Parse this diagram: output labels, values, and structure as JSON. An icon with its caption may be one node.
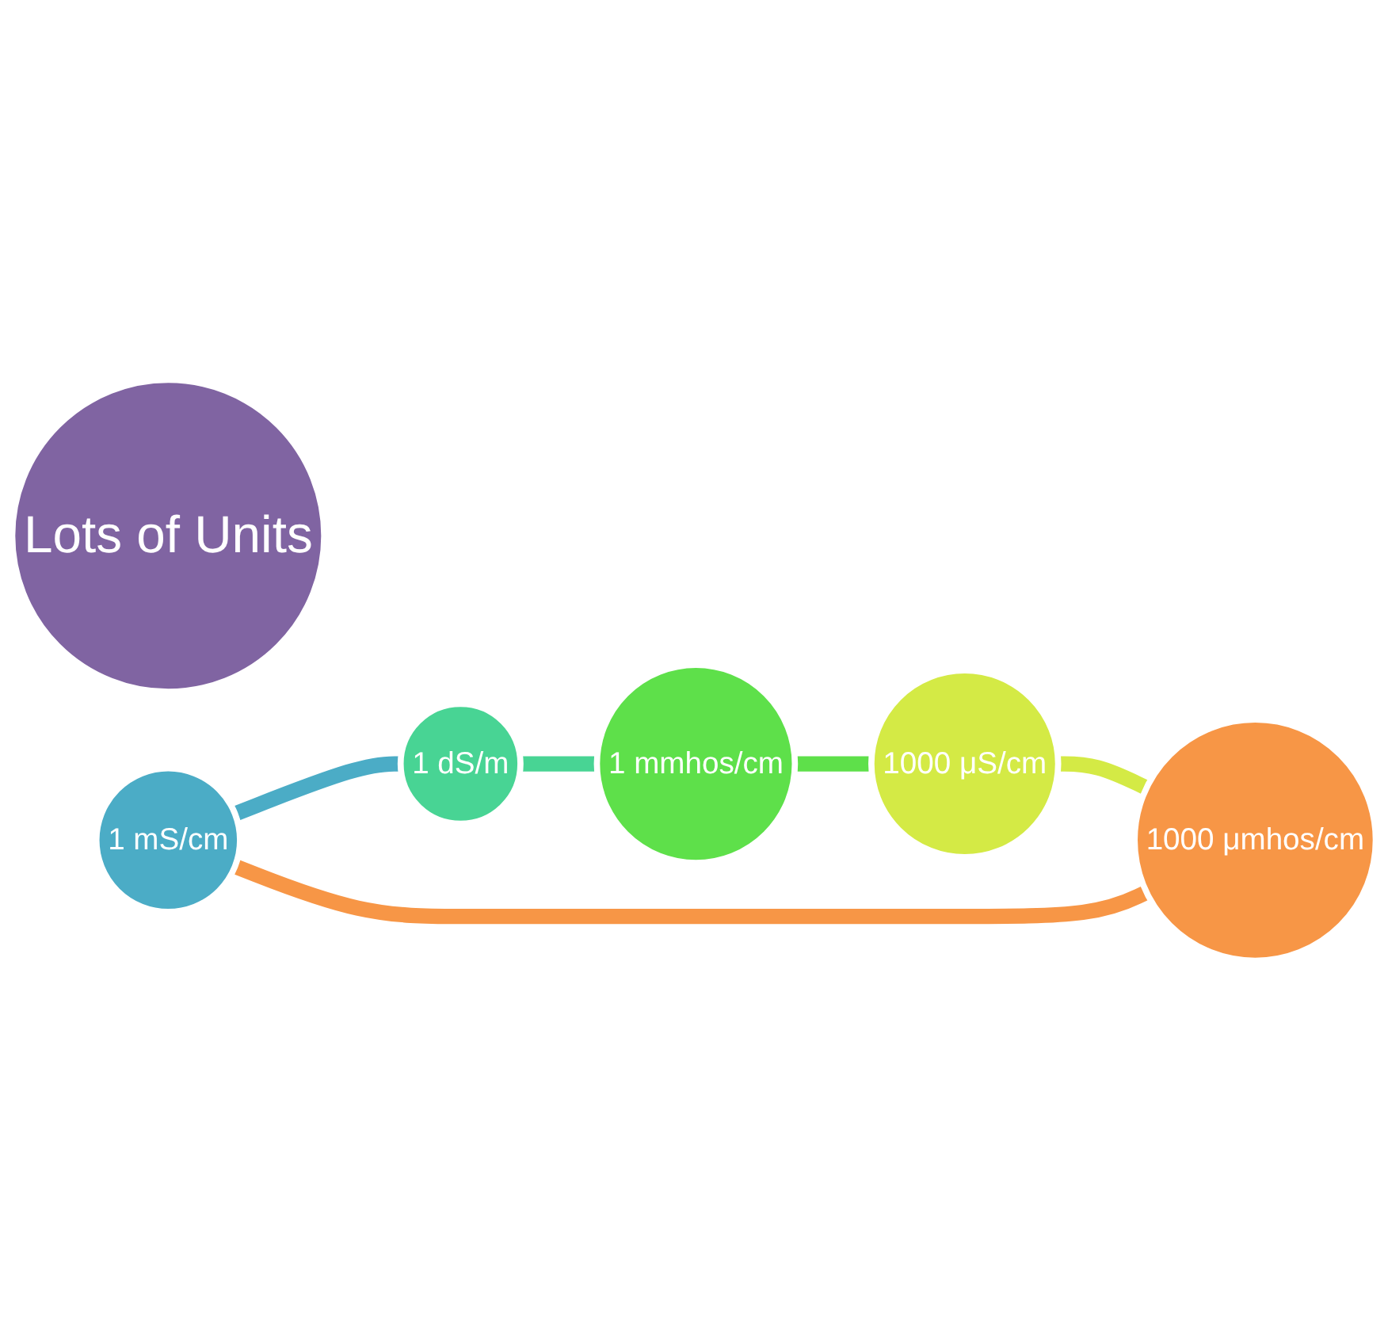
{
  "diagram": {
    "nodes": [
      {
        "text": [
          "Lots of Units"
        ]
      },
      {
        "text": [
          "1 mS/cm"
        ]
      },
      {
        "text": [
          "1 dS/m"
        ]
      },
      {
        "text": [
          "1 mmhos/cm"
        ]
      },
      {
        "text": [
          "1000 μS/cm"
        ]
      },
      {
        "text": [
          "1000 μmhos/cm"
        ]
      }
    ],
    "edges": [
      {
        "from": 1,
        "to": 2,
        "arrow": "none",
        "color": "#4bacc6"
      },
      {
        "from": 2,
        "to": 3,
        "arrow": "none",
        "color": "#48d494"
      },
      {
        "from": 3,
        "to": 4,
        "arrow": "none",
        "color": "#5ee04a"
      },
      {
        "from": 4,
        "to": 5,
        "arrow": "none",
        "color": "#d4ea45"
      },
      {
        "from": 5,
        "to": 1,
        "arrow": "none",
        "color": "#f79646"
      }
    ]
  }
}
